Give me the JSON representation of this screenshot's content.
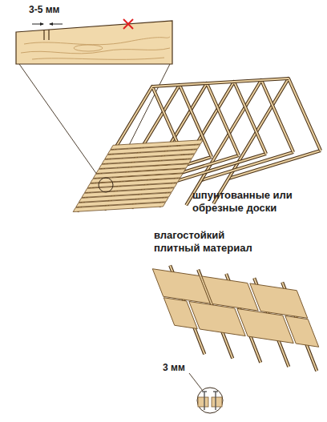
{
  "diagram": {
    "labels": [
      "3-5 мм",
      "шпунтованные или обрезные доски",
      "влагостойкий плитный материал",
      "3 мм"
    ]
  }
}
